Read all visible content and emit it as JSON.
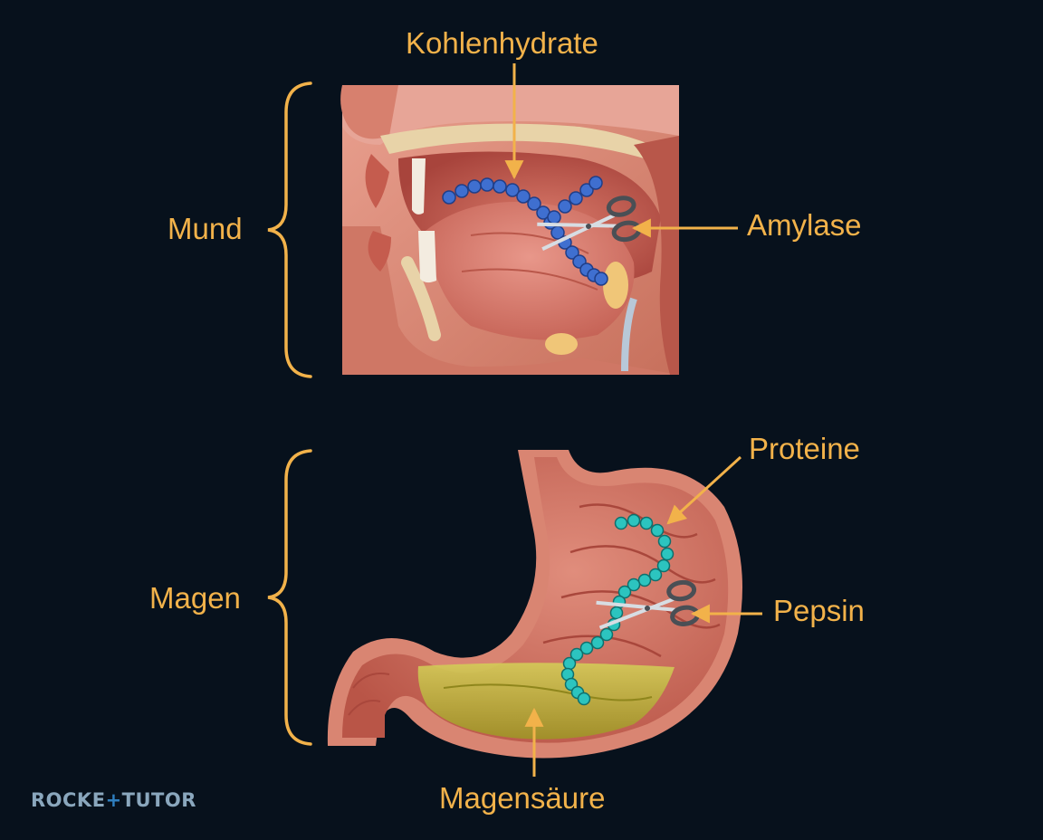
{
  "sections": {
    "mouth": {
      "label": "Mund"
    },
    "stomach": {
      "label": "Magen"
    }
  },
  "labels": {
    "carbohydrates": "Kohlenhydrate",
    "amylase": "Amylase",
    "proteins": "Proteine",
    "pepsin": "Pepsin",
    "stomach_acid": "Magensäure"
  },
  "logo": {
    "part1": "ROCKE",
    "plus": "+",
    "part2": "TUTOR"
  },
  "colors": {
    "background": "#07111c",
    "label": "#f2b24a",
    "carbohydrate_chain": "#3f6fd0",
    "protein_chain": "#2cc4bf",
    "tissue": "#d98572",
    "acid": "#bfb43a"
  },
  "icons": [
    "scissors-icon",
    "scissors-icon"
  ]
}
